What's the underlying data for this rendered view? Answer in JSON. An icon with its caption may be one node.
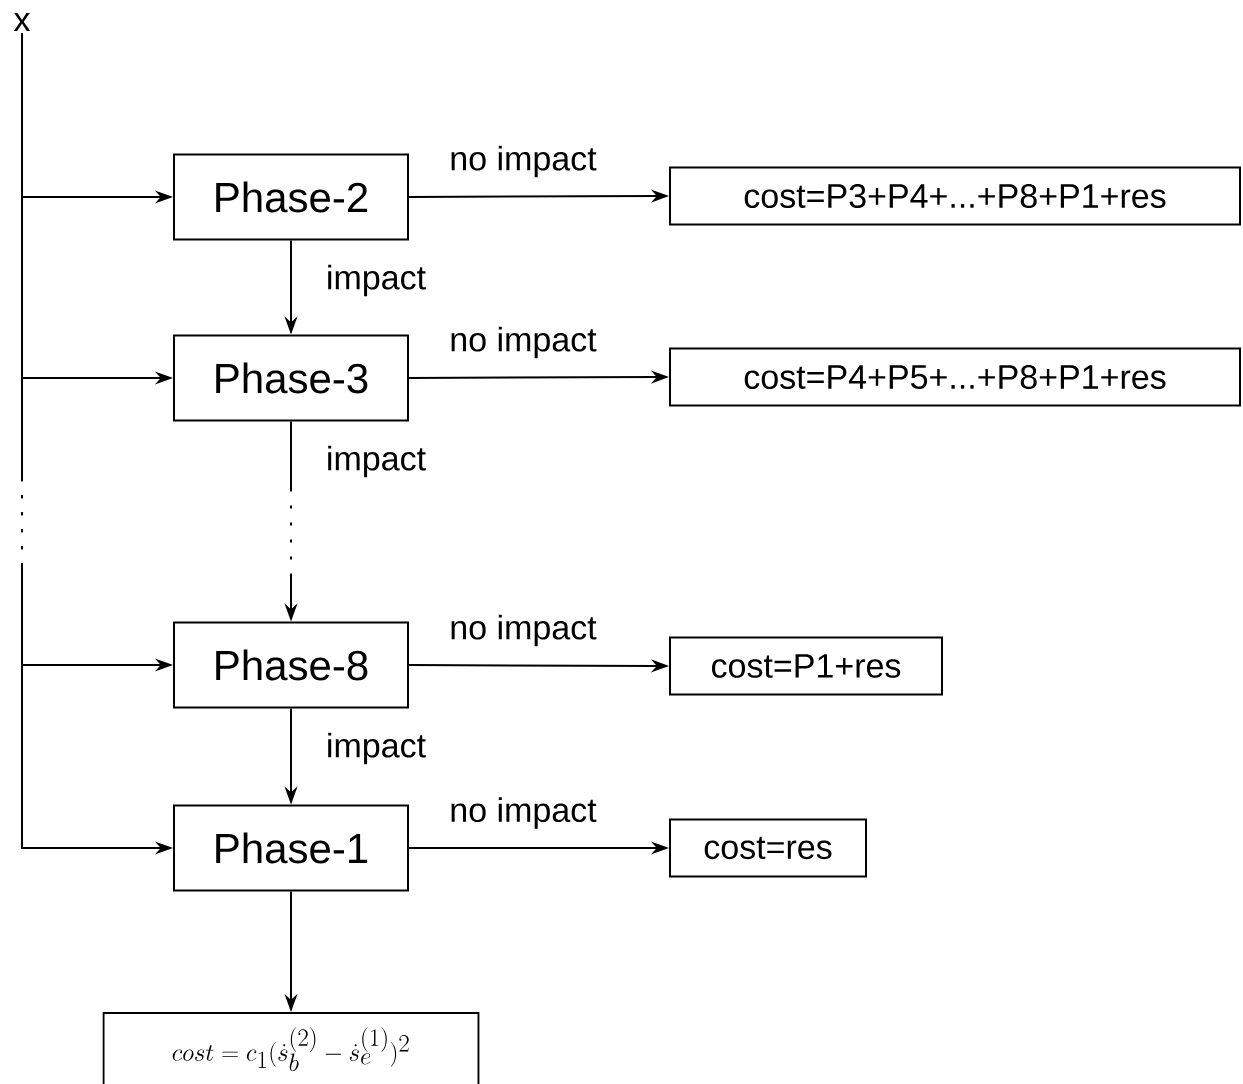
{
  "diagram": {
    "nodes": [
      {
        "text": [
          "x"
        ]
      },
      {
        "text": [
          "Phase-2"
        ]
      },
      {
        "text": [
          "cost=P3+P4+...+P8+P1+res"
        ]
      },
      {
        "text": [
          "Phase-3"
        ]
      },
      {
        "text": [
          "cost=P4+P5+...+P8+P1+res"
        ]
      },
      {
        "text": [
          "Phase-8"
        ]
      },
      {
        "text": [
          "cost=P1+res"
        ]
      },
      {
        "text": [
          "Phase-1"
        ]
      },
      {
        "text": [
          "cost=res"
        ]
      },
      {
        "text": [
          "cost = c_1(\\dot{s}_b^{(2)} - \\dot{s}_e^{(1)})^2"
        ]
      }
    ],
    "edges": [
      {
        "from": 0,
        "to": 1,
        "arrow": "to"
      },
      {
        "from": 0,
        "to": 3,
        "arrow": "to"
      },
      {
        "from": 0,
        "to": 5,
        "arrow": "to",
        "style": "dashed"
      },
      {
        "from": 0,
        "to": 7,
        "arrow": "to",
        "style": "dashed"
      },
      {
        "from": 1,
        "to": 2,
        "label": "no impact",
        "arrow": "to"
      },
      {
        "from": 1,
        "to": 3,
        "label": "impact",
        "arrow": "to"
      },
      {
        "from": 3,
        "to": 4,
        "label": "no impact",
        "arrow": "to"
      },
      {
        "from": 3,
        "to": 5,
        "label": "impact",
        "arrow": "to",
        "style": "dashed"
      },
      {
        "from": 5,
        "to": 6,
        "label": "no impact",
        "arrow": "to"
      },
      {
        "from": 5,
        "to": 7,
        "label": "impact",
        "arrow": "to"
      },
      {
        "from": 7,
        "to": 8,
        "label": "no impact",
        "arrow": "to"
      },
      {
        "from": 7,
        "to": 9,
        "arrow": "to"
      }
    ]
  }
}
